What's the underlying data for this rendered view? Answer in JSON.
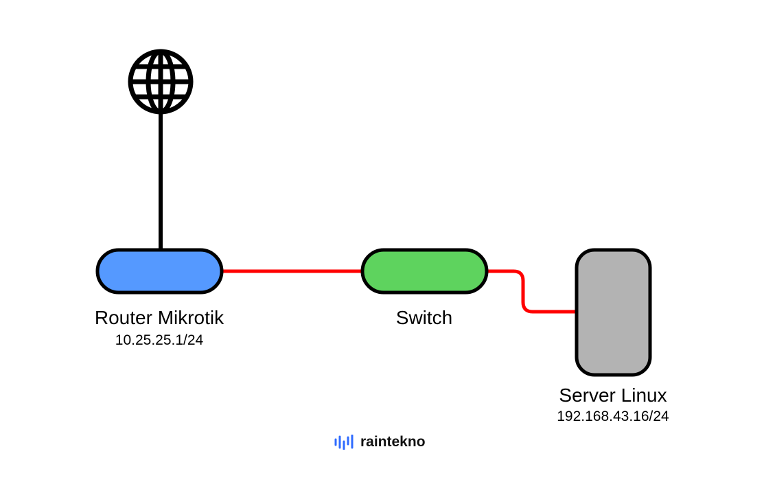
{
  "nodes": {
    "router": {
      "name": "Router Mikrotik",
      "ip": "10.25.25.1/24",
      "color": "#5599ff"
    },
    "switch": {
      "name": "Switch",
      "color": "#5ed35e"
    },
    "server": {
      "name": "Server Linux",
      "ip": "192.168.43.16/24",
      "color": "#b3b3b3"
    }
  },
  "links": {
    "internet_uplink_color": "#000000",
    "lan_color": "#ff0000"
  },
  "icons": {
    "internet": "globe-icon",
    "brand": "raintekno-logo-icon"
  },
  "brand": {
    "name": "raintekno",
    "color": "#2f6bff"
  }
}
